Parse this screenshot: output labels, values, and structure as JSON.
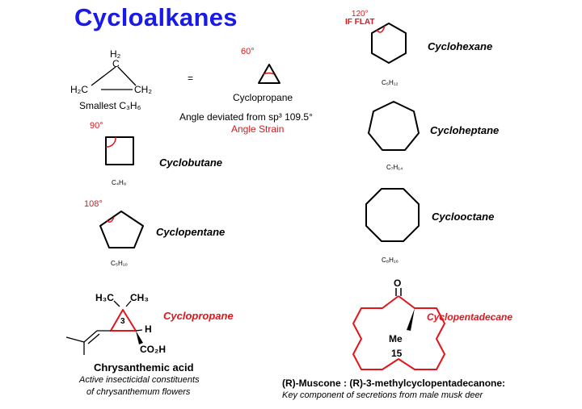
{
  "title": "Cycloalkanes",
  "cyclopropane_struct": {
    "h2_top": "H₂",
    "c_top": "C",
    "h2c_left": "H₂C",
    "ch2_right": "CH₂",
    "equals": "=",
    "caption": "Smallest C₃H₆",
    "angle": "60°",
    "name": "Cyclopropane",
    "deviation": "Angle deviated from sp³ 109.5°",
    "strain": "Angle Strain"
  },
  "cyclobutane": {
    "angle": "90°",
    "name": "Cyclobutane",
    "formula": "C₄H₈"
  },
  "cyclopentane": {
    "angle": "108°",
    "name": "Cyclopentane",
    "formula": "C₅H₁₀"
  },
  "cyclohexane": {
    "angle_line1": "120°",
    "angle_line2": "IF FLAT",
    "name": "Cyclohexane",
    "formula": "C₆H₁₂"
  },
  "cycloheptane": {
    "name": "Cycloheptane",
    "formula": "C₇H₁₄"
  },
  "cyclooctane": {
    "name": "Cyclooctane",
    "formula": "C₈H₁₆"
  },
  "chrysanthemic": {
    "h3c": "H₃C",
    "ch3": "CH₃",
    "ring_number": "3",
    "h": "H",
    "co2h": "CO₂H",
    "ring_label": "Cyclopropane",
    "name": "Chrysanthemic acid",
    "desc_line1": "Active insecticidal constituents",
    "desc_line2": "of chrysanthemum flowers"
  },
  "muscone": {
    "oxygen": "O",
    "me": "Me",
    "ring_number": "15",
    "ring_label": "Cyclopentadecane",
    "name": "(R)-Muscone : (R)-3-methylcyclopentadecanone:",
    "desc": "Key component of secretions from male musk deer"
  }
}
